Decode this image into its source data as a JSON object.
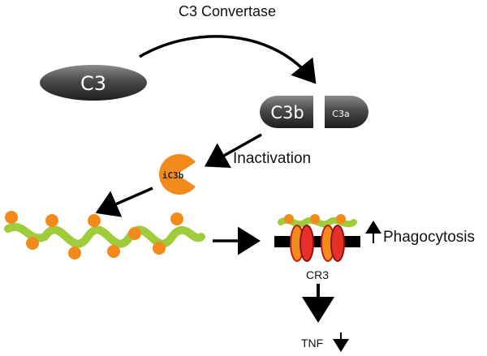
{
  "diagram": {
    "title": "C3 Convertase",
    "nodes": {
      "c3": "C3",
      "c3b": "C3b",
      "c3a": "C3a",
      "ic3b": "iC3b",
      "cr3": "CR3"
    },
    "labels": {
      "inactivation": "Inactivation",
      "phagocytosis": "Phagocytosis",
      "tnf": "TNF"
    },
    "indicators": {
      "phagocytosis": "increase",
      "tnf": "decrease"
    }
  }
}
